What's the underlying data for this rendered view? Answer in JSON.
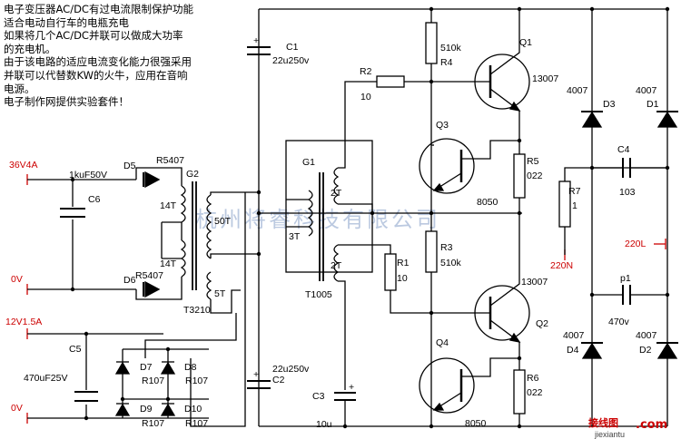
{
  "notes": [
    "电子变压器AC/DC有过电流限制保护功能",
    "适合电动自行车的电瓶充电",
    "如果将几个AC/DC并联可以做成大功率",
    "的充电机。",
    "由于该电路的适应电流变化能力很强采用",
    "并联可以代替数KW的火牛，应用在音响",
    "电源。",
    "电子制作网提供实验套件！"
  ],
  "watermark": "杭州将睿科技有限公司",
  "corner_logo": "接线图",
  "corner_logo_suffix": ".com",
  "corner_site": "jiexiantu",
  "labels": {
    "in_36v": "36V4A",
    "c6": "C6",
    "c6_val": "1kuF50V",
    "d5": "D5",
    "d5_val": "R5407",
    "d6": "D6",
    "d6_val": "R5407",
    "g2": "G2",
    "g2_14t_top": "14T",
    "g2_14t_bot": "14T",
    "g2_50t": "50T",
    "g2_5t": "5T",
    "t3210": "T3210",
    "zero_v_top": "0V",
    "in_12v": "12V1.5A",
    "c5": "C5",
    "c5_val": "470uF25V",
    "d7": "D7",
    "d8": "D8",
    "d9": "D9",
    "d10": "D10",
    "r107_1": "R107",
    "r107_2": "R107",
    "r107_3": "R107",
    "r107_4": "R107",
    "zero_v_bot": "0V",
    "c1": "C1",
    "c1_val": "22u250v",
    "c2": "C2",
    "c2_val": "22u250v",
    "c3": "C3",
    "c3_val": "10u",
    "g1": "G1",
    "g1_3t": "3T",
    "g1_2t_top": "2T",
    "g1_2t_bot": "2T",
    "t1005": "T1005",
    "r2": "R2",
    "r2_val": "10",
    "r1": "R1",
    "r1_val": "10",
    "r4": "R4",
    "r4_val": "510k",
    "r3": "R3",
    "r3_val": "510k",
    "q1": "Q1",
    "q1_val": "13007",
    "q2": "Q2",
    "q2_val": "13007",
    "q3": "Q3",
    "q3_val": "8050",
    "q4": "Q4",
    "q4_val": "8050",
    "r5": "R5",
    "r5_val": "022",
    "r6": "R6",
    "r6_val": "022",
    "r7": "R7",
    "r7_val": "1",
    "c4": "C4",
    "c4_val": "103",
    "p1": "p1",
    "p1_val": "470v",
    "d1": "D1",
    "d1_val": "4007",
    "d2": "D2",
    "d2_val": "4007",
    "d3": "D3",
    "d3_val": "4007",
    "d4": "D4",
    "d4_val": "4007",
    "in_220l": "220L",
    "in_220n": "220N"
  },
  "colors": {
    "wire": "#000000",
    "terminal": "#cc0000",
    "watermark": "#9fb3d4",
    "logo": "#cc0000"
  }
}
